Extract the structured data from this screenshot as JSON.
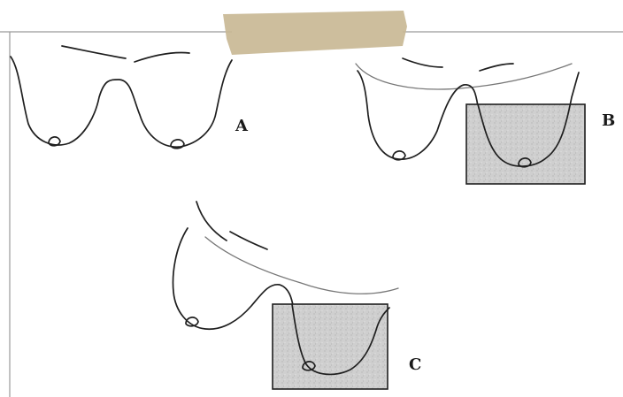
{
  "figure": {
    "panels": [
      {
        "label": "A"
      },
      {
        "label": "B"
      },
      {
        "label": "C"
      }
    ]
  },
  "colors": {
    "ink": "#1f1f1f",
    "box_fill": "#cfcfcf",
    "tape": "#c9b995",
    "frame": "#9a9a9a"
  }
}
